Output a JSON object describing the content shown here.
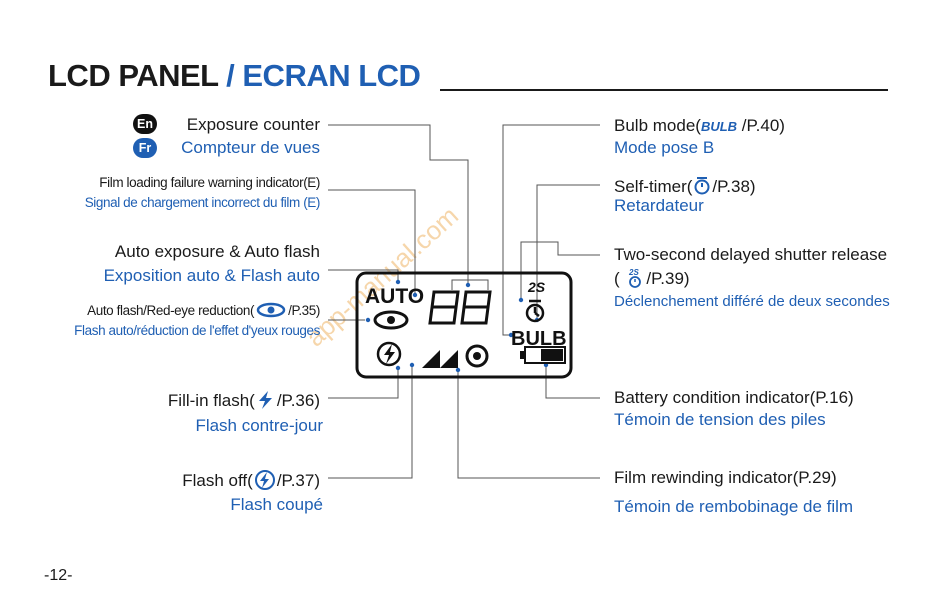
{
  "title": {
    "en": "LCD PANEL",
    "sep": " / ",
    "fr": "ECRAN LCD"
  },
  "lang_badges": {
    "en": "En",
    "fr": "Fr"
  },
  "left_labels": {
    "exposure_counter": {
      "en": "Exposure counter",
      "fr": "Compteur de vues"
    },
    "film_loading": {
      "en": "Film loading failure warning indicator(E)",
      "fr": "Signal de chargement incorrect du film (E)"
    },
    "auto_exposure": {
      "en": "Auto exposure & Auto flash",
      "fr": "Exposition auto & Flash auto"
    },
    "red_eye": {
      "en_pre": "Auto flash/Red-eye reduction(",
      "en_post": "/P.35)",
      "fr": "Flash auto/réduction de l'effet d'yeux rouges"
    },
    "fill_in": {
      "en_pre": "Fill-in flash(",
      "en_post": "/P.36)",
      "fr": "Flash contre-jour"
    },
    "flash_off": {
      "en_pre": "Flash off(",
      "en_post": "/P.37)",
      "fr": "Flash coupé"
    }
  },
  "right_labels": {
    "bulb": {
      "en_pre": "Bulb mode(",
      "en_mid": "BULB",
      "en_post": "/P.40)",
      "fr": "Mode pose B"
    },
    "self_timer": {
      "en_pre": "Self-timer(",
      "en_post": "/P.38)",
      "fr": "Retardateur"
    },
    "two_second": {
      "en": "Two-second delayed shutter release",
      "en2_pre": "(",
      "en2_post": "/P.39)",
      "fr": "Déclenchement différé de deux secondes"
    },
    "battery": {
      "en": "Battery condition indicator(P.16)",
      "fr": "Témoin de tension des piles"
    },
    "rewind": {
      "en": "Film rewinding indicator(P.29)",
      "fr": "Témoin de rembobinage de film"
    }
  },
  "lcd": {
    "auto": "AUTO",
    "digits": "88",
    "two_s": "2S",
    "bulb": "BULB"
  },
  "watermark": "app-manual.com",
  "page_number": "-12-",
  "colors": {
    "english": "#1a1a1a",
    "french": "#1f5fb3",
    "watermark": "#f3c98f"
  },
  "icons": [
    "red-eye-icon",
    "fill-in-flash-icon",
    "flash-off-icon",
    "self-timer-icon",
    "two-second-timer-icon",
    "battery-icon",
    "film-rewind-icon"
  ]
}
